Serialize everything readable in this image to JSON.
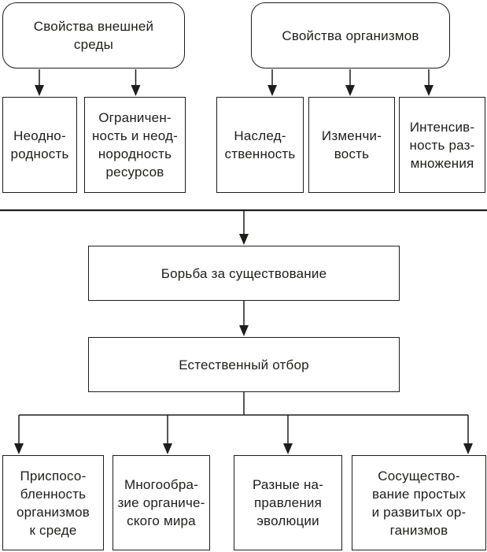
{
  "diagram": {
    "type": "flowchart",
    "language": "ru",
    "colors": {
      "line": "#1d1d1b",
      "text": "#1d1d1b",
      "background": "#ffffff"
    },
    "nodes": {
      "env_props": {
        "text": "Свойства внешней\nсреды"
      },
      "org_props": {
        "text": "Свойства организмов"
      },
      "heterogeneity": {
        "text": "Неодно-\nродность"
      },
      "limited_resources": {
        "text": "Ограничен-\nность и неод-\nнородность\nресурсов"
      },
      "heredity": {
        "text": "Наслед-\nственность"
      },
      "variability": {
        "text": "Изменчи-\nвость"
      },
      "reproduction_intensity": {
        "text": "Интенсив-\nность раз-\nмножения"
      },
      "struggle": {
        "text": "Борьба за существование"
      },
      "natural_selection": {
        "text": "Естественный отбор"
      },
      "adaptation": {
        "text": "Приспосо-\nбленность\nорганизмов\nк среде"
      },
      "diversity": {
        "text": "Многообра-\nзие органиче-\nского мира"
      },
      "evolution_directions": {
        "text": "Разные на-\nправления\nэволюции"
      },
      "coexistence": {
        "text": "Сосущество-\nвание простых\nи развитых ор-\nганизмов"
      }
    },
    "edges": [
      "env_props -> heterogeneity",
      "env_props -> limited_resources",
      "org_props -> heredity",
      "org_props -> variability",
      "org_props -> reproduction_intensity",
      "all_above -> struggle",
      "struggle -> natural_selection",
      "natural_selection -> adaptation",
      "natural_selection -> diversity",
      "natural_selection -> evolution_directions",
      "natural_selection -> coexistence"
    ]
  }
}
